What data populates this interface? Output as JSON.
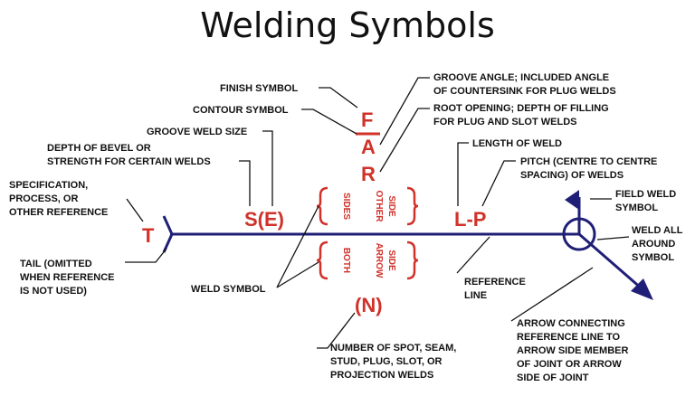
{
  "title": "Welding Symbols",
  "colors": {
    "symbol_red": "#d0322a",
    "reference_blue": "#1f1f78",
    "leader_black": "#111111"
  },
  "symbols": {
    "tail": "T",
    "finish": "F",
    "groove_angle": "A",
    "root_opening": "R",
    "size_effective": "S(E)",
    "length_pitch": "L-P",
    "number": "(N)",
    "sides_word": "SIDES",
    "other_word": "OTHER",
    "side_word_1": "SIDE",
    "both_word": "BOTH",
    "arrow_word": "ARROW",
    "side_word_2": "SIDE"
  },
  "labels": {
    "finish": "FINISH SYMBOL",
    "contour": "CONTOUR SYMBOL",
    "groove_size": "GROOVE WELD SIZE",
    "depth_l1": "DEPTH OF BEVEL OR",
    "depth_l2": "STRENGTH FOR CERTAIN WELDS",
    "spec_l1": "SPECIFICATION,",
    "spec_l2": "PROCESS, OR",
    "spec_l3": "OTHER REFERENCE",
    "tail_l1": "TAIL (OMITTED",
    "tail_l2": "WHEN REFERENCE",
    "tail_l3": "IS NOT USED)",
    "weld_symbol": "WELD SYMBOL",
    "groove_angle_l1": "GROOVE ANGLE; INCLUDED ANGLE",
    "groove_angle_l2": "OF COUNTERSINK FOR PLUG WELDS",
    "root_l1": "ROOT OPENING; DEPTH OF FILLING",
    "root_l2": "FOR PLUG AND SLOT WELDS",
    "length": "LENGTH OF WELD",
    "pitch_l1": "PITCH (CENTRE TO CENTRE",
    "pitch_l2": "SPACING) OF WELDS",
    "field_l1": "FIELD WELD",
    "field_l2": "SYMBOL",
    "all_l1": "WELD ALL",
    "all_l2": "AROUND",
    "all_l3": "SYMBOL",
    "ref_l1": "REFERENCE",
    "ref_l2": "LINE",
    "number_l1": "NUMBER OF SPOT, SEAM,",
    "number_l2": "STUD, PLUG, SLOT, OR",
    "number_l3": "PROJECTION WELDS",
    "arrow_l1": "ARROW CONNECTING",
    "arrow_l2": "REFERENCE LINE TO",
    "arrow_l3": "ARROW SIDE MEMBER",
    "arrow_l4": "OF JOINT OR ARROW",
    "arrow_l5": "SIDE OF JOINT"
  }
}
